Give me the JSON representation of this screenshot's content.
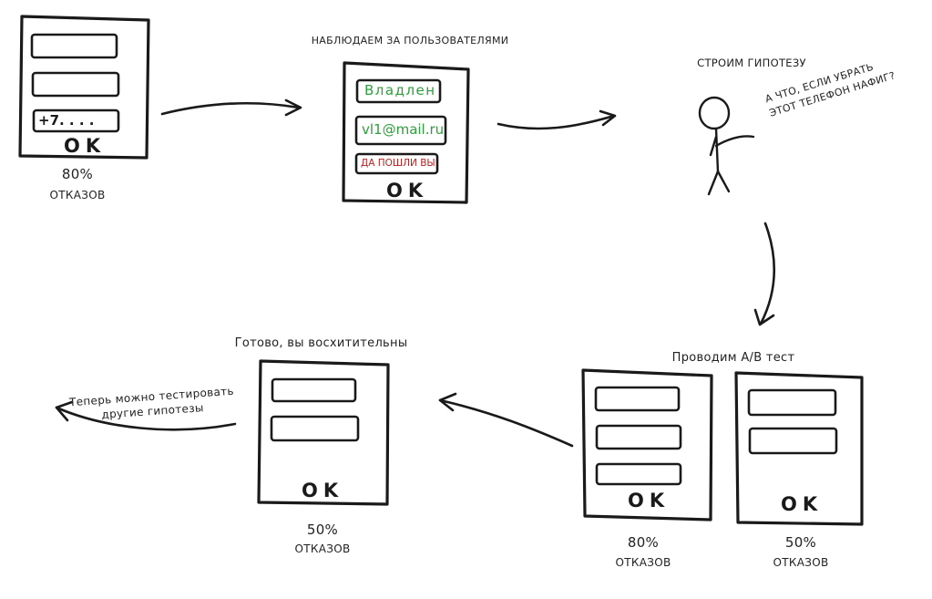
{
  "colors": {
    "ink": "#1a1a1a",
    "valid_field_text": "#2e9e3c",
    "invalid_field_text": "#b22222"
  },
  "step1": {
    "phone_field_value": "+7. . . .",
    "button_label": "OK",
    "percent": "80%",
    "caption": "ОТКАЗОВ"
  },
  "step2": {
    "title": "НАБЛЮДАЕМ ЗА ПОЛЬЗОВАТЕЛЯМИ",
    "name_field_value": "Владлен",
    "email_field_value": "vl1@mail.ru",
    "phone_field_value": "ДА ПОШЛИ ВЫ",
    "button_label": "OK"
  },
  "step3": {
    "title": "СТРОИМ ГИПОТЕЗУ",
    "speech_line1": "А ЧТО, ЕСЛИ УБРАТЬ",
    "speech_line2": "ЭТОТ ТЕЛЕФОН НАФИГ?",
    "figure_icon": "stick-figure-icon"
  },
  "step4": {
    "title": "Проводим A/B тест",
    "variant_a": {
      "button_label": "OK",
      "percent": "80%",
      "caption": "ОТКАЗОВ"
    },
    "variant_b": {
      "button_label": "OK",
      "percent": "50%",
      "caption": "ОТКАЗОВ"
    }
  },
  "step5": {
    "title": "Готово, вы восхитительны",
    "button_label": "OK",
    "percent": "50%",
    "caption": "ОТКАЗОВ"
  },
  "step6": {
    "line1": "Теперь можно тестировать",
    "line2": "другие гипотезы"
  }
}
